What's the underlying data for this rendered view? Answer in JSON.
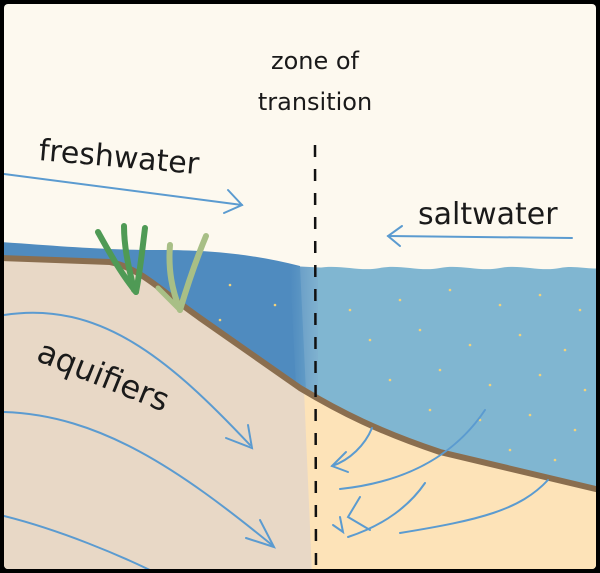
{
  "labels": {
    "zone_line1": "zone of",
    "zone_line2": "transition",
    "freshwater": "freshwater",
    "saltwater": "saltwater",
    "aquifers": "aquifiers"
  },
  "colors": {
    "background": "#fdf9ef",
    "freshwater": "#4f8bbf",
    "saltwater": "#80b6d1",
    "land_fresh": "#e8d8c6",
    "land_salt": "#fde3b8",
    "ground_line": "#8a6e4f",
    "arrow": "#5b9bd0",
    "plant_dark": "#4f9a55",
    "plant_light": "#a8bf86"
  }
}
